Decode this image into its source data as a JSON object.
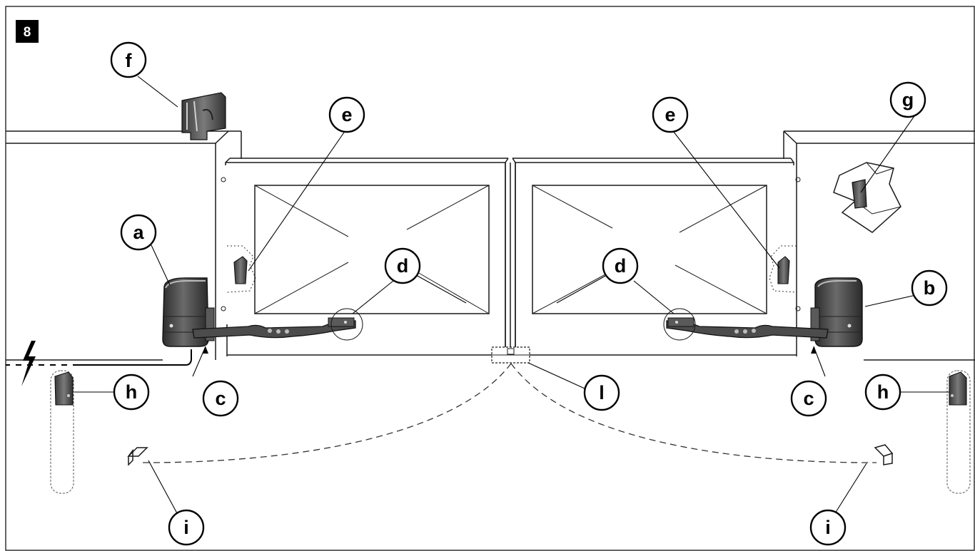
{
  "figure": {
    "number": "8"
  },
  "callouts": {
    "a": "a",
    "b": "b",
    "c_left": "c",
    "c_right": "c",
    "d_left": "d",
    "d_right": "d",
    "e_left": "e",
    "e_right": "e",
    "f": "f",
    "g": "g",
    "h_left": "h",
    "h_right": "h",
    "i_left": "i",
    "i_right": "i",
    "l": "l"
  },
  "colors": {
    "background": "#ffffff",
    "line": "#1a1a1a",
    "device_fill": "#4a4a4a",
    "device_light": "#6e6e6e",
    "badge": "#000000"
  },
  "icons": {
    "power": "lightning-bolt-icon"
  }
}
